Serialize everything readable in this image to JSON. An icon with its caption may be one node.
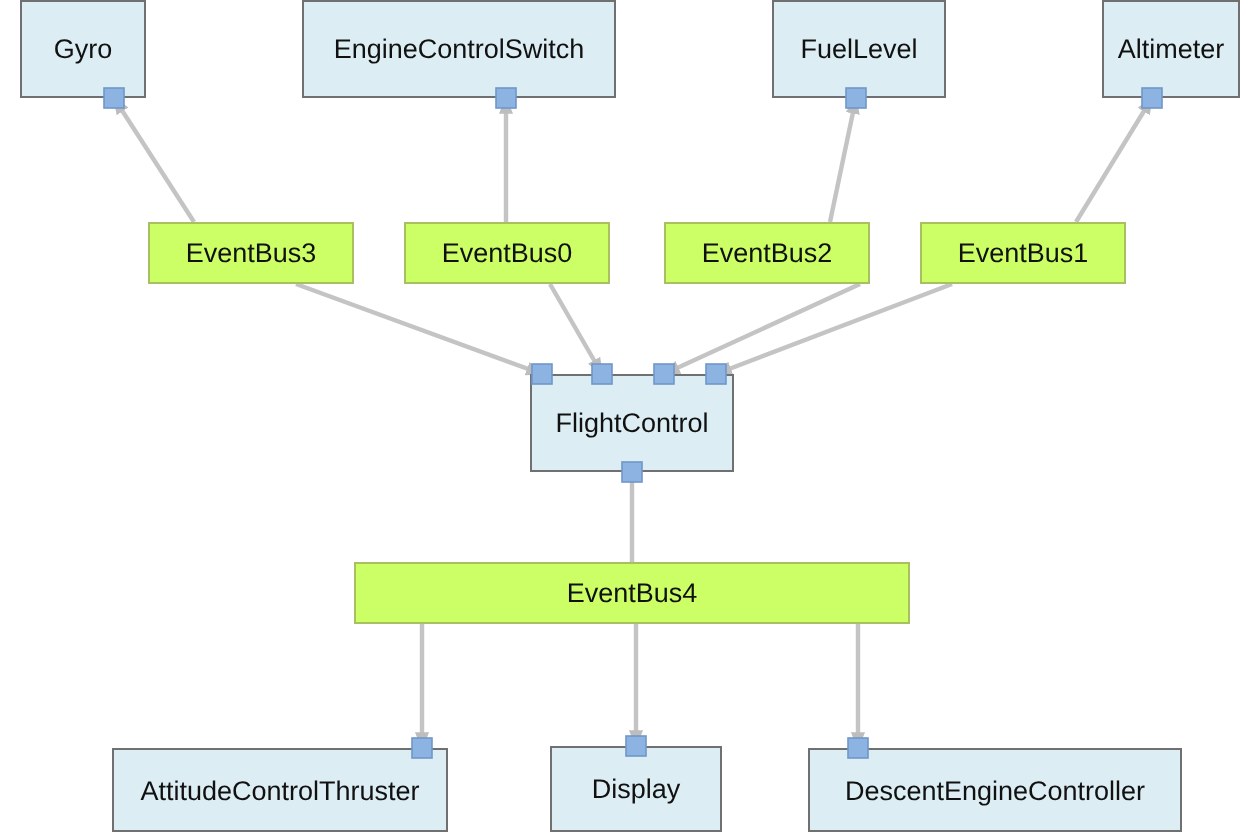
{
  "diagram": {
    "nodes": [
      {
        "text": [
          "Gyro"
        ]
      },
      {
        "text": [
          "EngineControlSwitch"
        ]
      },
      {
        "text": [
          "FuelLevel"
        ]
      },
      {
        "text": [
          "Altimeter"
        ]
      },
      {
        "text": [
          "EventBus3"
        ]
      },
      {
        "text": [
          "EventBus0"
        ]
      },
      {
        "text": [
          "EventBus2"
        ]
      },
      {
        "text": [
          "EventBus1"
        ]
      },
      {
        "text": [
          "FlightControl"
        ]
      },
      {
        "text": [
          "EventBus4"
        ]
      },
      {
        "text": [
          "AttitudeControlThruster"
        ]
      },
      {
        "text": [
          "Display"
        ]
      },
      {
        "text": [
          "DescentEngineController"
        ]
      }
    ],
    "edges": [
      {
        "from": 4,
        "to": 0,
        "arrow": "to"
      },
      {
        "from": 5,
        "to": 1,
        "arrow": "to"
      },
      {
        "from": 6,
        "to": 2,
        "arrow": "to"
      },
      {
        "from": 7,
        "to": 3,
        "arrow": "to"
      },
      {
        "from": 4,
        "to": 8,
        "arrow": "to"
      },
      {
        "from": 5,
        "to": 8,
        "arrow": "to"
      },
      {
        "from": 6,
        "to": 8,
        "arrow": "to"
      },
      {
        "from": 7,
        "to": 8,
        "arrow": "to"
      },
      {
        "from": 8,
        "to": 9,
        "arrow": "none"
      },
      {
        "from": 9,
        "to": 10,
        "arrow": "to"
      },
      {
        "from": 9,
        "to": 11,
        "arrow": "to"
      },
      {
        "from": 9,
        "to": 12,
        "arrow": "to"
      }
    ]
  }
}
